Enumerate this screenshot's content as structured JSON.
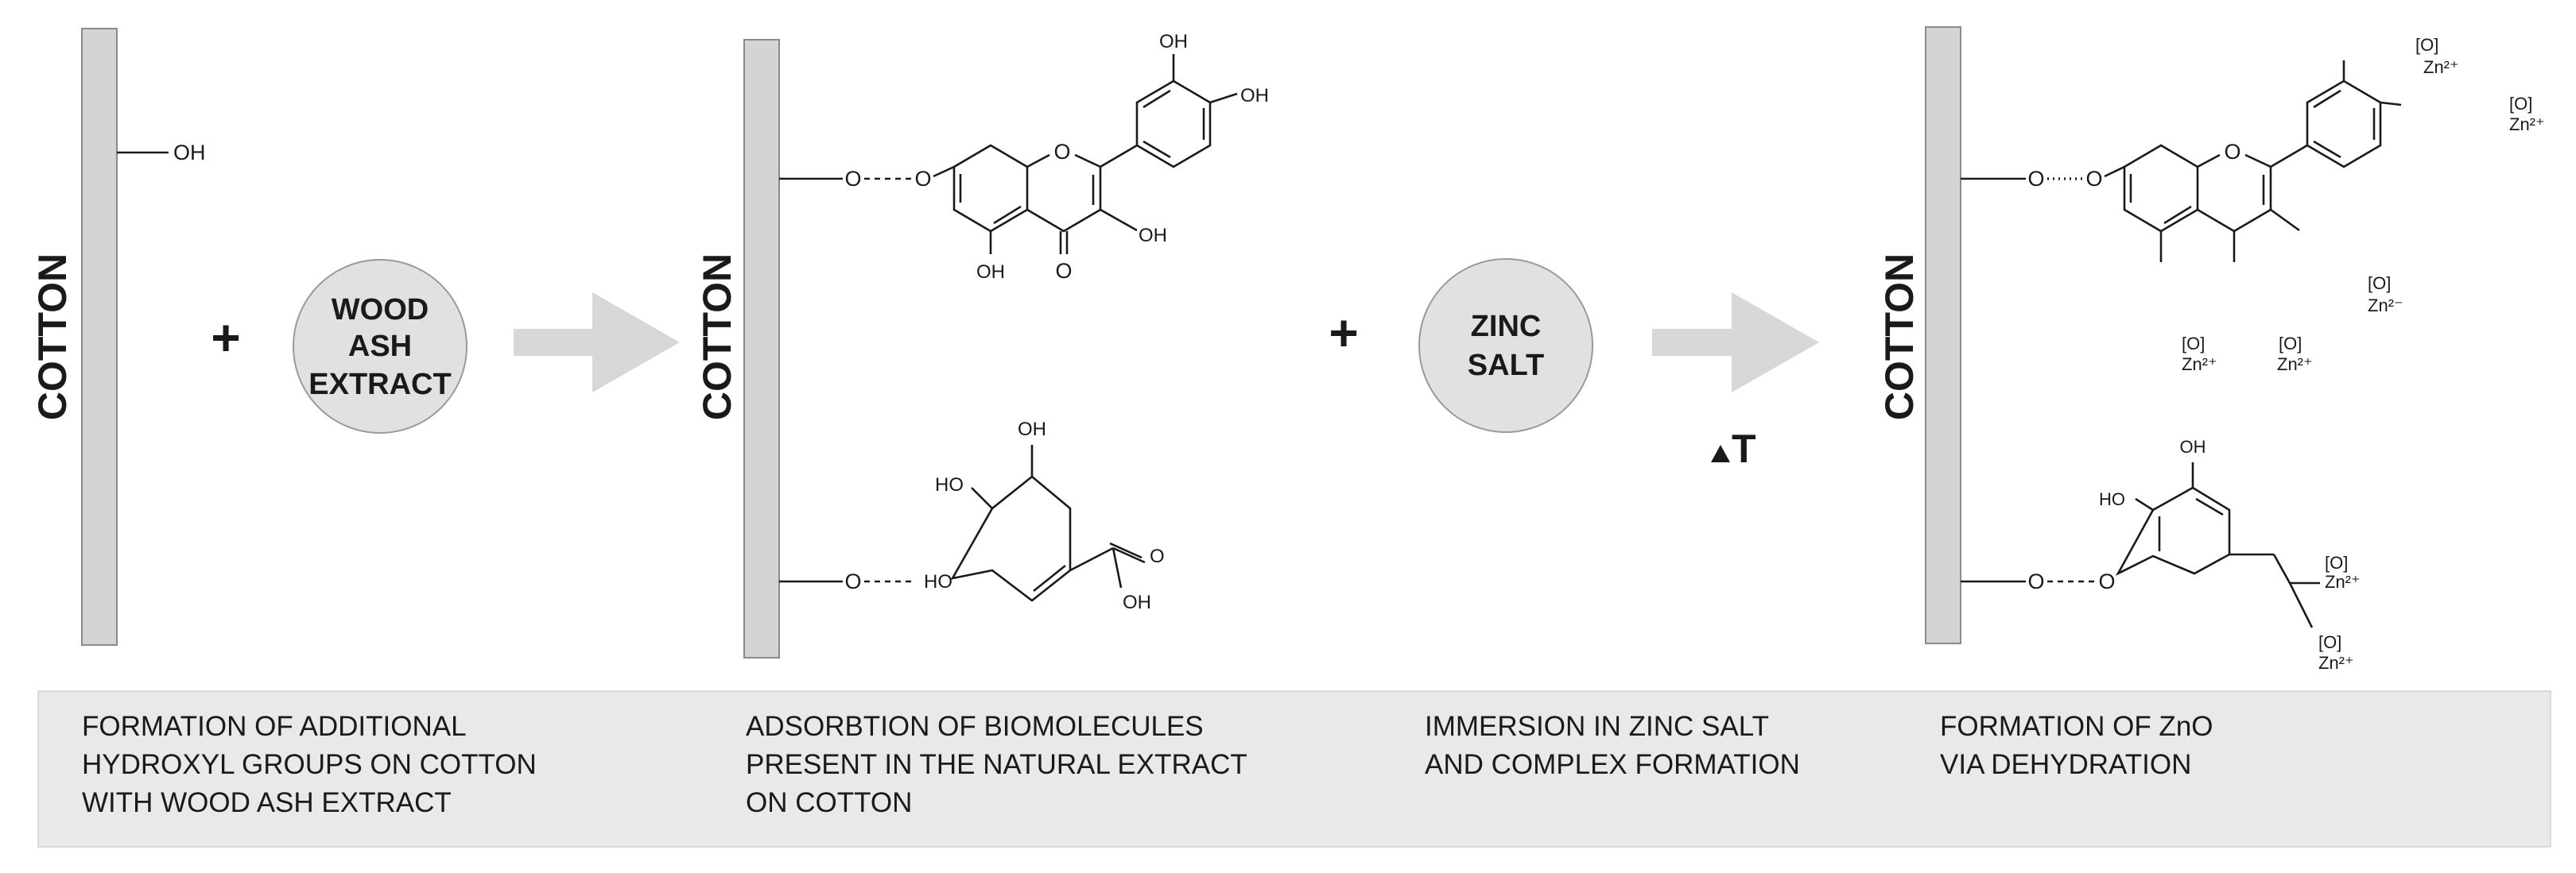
{
  "labels": {
    "cotton": "COTTON",
    "plus": "+",
    "wood_ash": [
      "WOOD",
      "ASH",
      "EXTRACT"
    ],
    "zinc_salt": [
      "ZINC",
      "SALT"
    ],
    "heat": "T"
  },
  "chem": {
    "oh": "OH",
    "ho": "HO",
    "o": "O",
    "oxide": "[O]",
    "zn": "Zn²⁺",
    "zn_minus": "Zn²⁻"
  },
  "steps": [
    [
      "FORMATION OF ADDITIONAL",
      "HYDROXYL GROUPS  ON COTTON",
      "WITH WOOD ASH EXTRACT"
    ],
    [
      "ADSORBTION OF BIOMOLECULES",
      "PRESENT IN THE NATURAL EXTRACT",
      "ON COTTON"
    ],
    [
      "IMMERSION IN ZINC SALT",
      "AND COMPLEX FORMATION"
    ],
    [
      "FORMATION OF ZnO",
      "VIA DEHYDRATION"
    ]
  ],
  "colors": {
    "bar_fill": "#d4d4d4",
    "arrow": "#d7d7d7",
    "circle_fill": "#e1e1e1",
    "footer_bg": "#e8e9ea"
  }
}
